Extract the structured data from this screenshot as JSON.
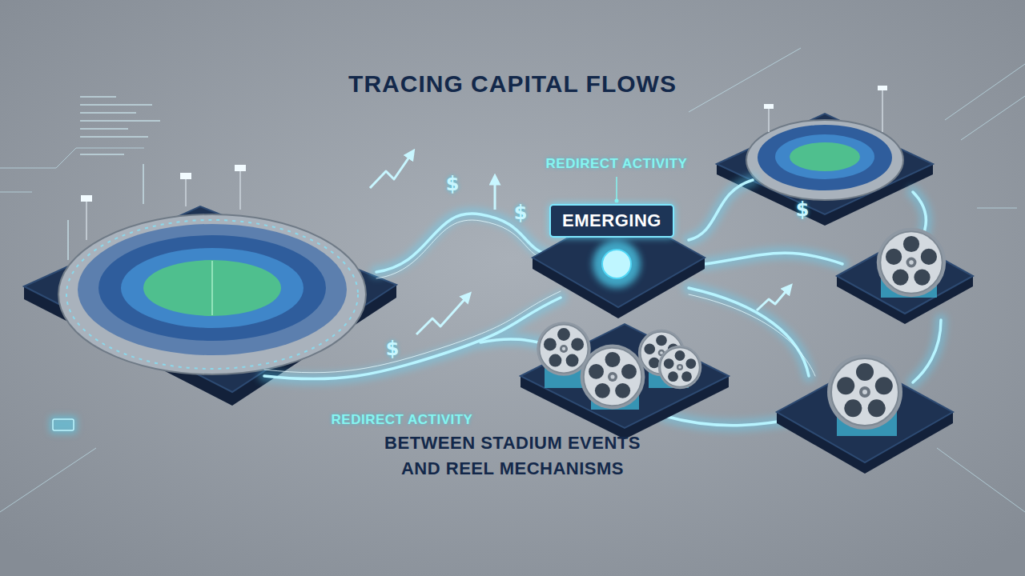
{
  "diagram": {
    "title": "TRACING CAPITAL FLOWS",
    "caption": "BETWEEN STADIUM EVENTS AND REEL MECHANISMS",
    "nodes": [
      {
        "text": [
          "EMERGING"
        ]
      }
    ],
    "labels": [
      "REDIRECT ACTIVITY",
      "REDIRECT ACTIVITY",
      "$",
      "$",
      "$",
      "$"
    ]
  }
}
